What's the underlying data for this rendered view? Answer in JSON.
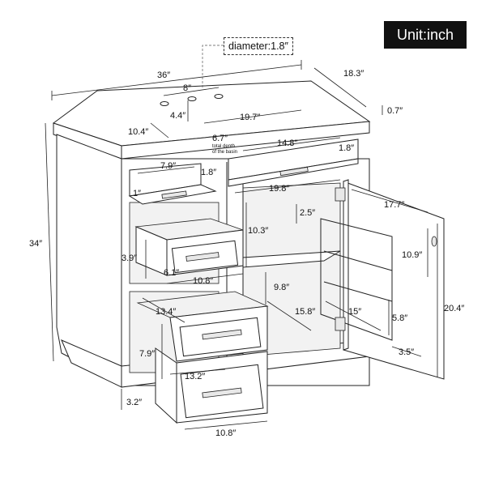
{
  "unit_label": "Unit:inch",
  "diameter_label": "diameter:1.8″",
  "basin_note_line1": "total denth",
  "basin_note_line2": "of the basin",
  "dimensions": {
    "width_total": "36″",
    "depth_total": "18.3″",
    "faucet_spacing": "8″",
    "faucet_to_back": "4.4″",
    "top_thickness": "0.7″",
    "basin_width": "19.7″",
    "basin_side": "10.4″",
    "basin_depth": "6.7″",
    "height_total": "34″",
    "flip_drawer_width": "14.8″",
    "flip_drawer_depth": "1.8″",
    "small_flip_width": "7.9″",
    "small_flip_depth": "1.8″",
    "small_flip_height": "1″",
    "inner_width": "19.8″",
    "door_width": "17.7″",
    "shelf_gap": "2.5″",
    "upper_depth": "10.3″",
    "drawer_height": "3.9″",
    "drawer_inner_depth": "6.1″",
    "drawer_width": "10.8″",
    "door_shelf_height": "10.9″",
    "cabinet_height": "9.8″",
    "lower_drawer_depth": "13.4″",
    "shelf_depth": "15.8″",
    "shelf_width": "15″",
    "door_height": "20.4″",
    "door_rack_gap": "5.8″",
    "lower_drawer_height": "7.9″",
    "lower_drawer_inner": "13.2″",
    "door_rack_depth": "3.5″",
    "toe_kick": "3.2″",
    "bottom_drawer_width": "10.8″"
  }
}
